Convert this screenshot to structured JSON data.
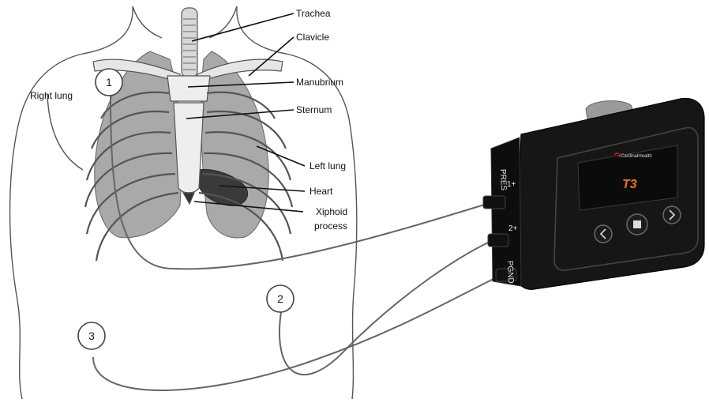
{
  "labels": {
    "trachea": "Trachea",
    "clavicle": "Clavicle",
    "manubrium": "Manubrium",
    "sternum": "Sternum",
    "right_lung": "Right lung",
    "left_lung": "Left lung",
    "heart": "Heart",
    "xiphoid_line1": "Xiphoid",
    "xiphoid_line2": "process"
  },
  "electrodes": [
    "1",
    "2",
    "3"
  ],
  "device": {
    "ports": [
      "PRES",
      "1+",
      "2+",
      "PGND"
    ],
    "brand": "CardinalHealth",
    "logo": "T3"
  },
  "colors": {
    "lung": "#a9a9a9",
    "heart": "#3a3a3a",
    "outline": "#555555",
    "device_body": "#161616",
    "screen": "#0b0b0b",
    "logo": "#e8731c"
  }
}
